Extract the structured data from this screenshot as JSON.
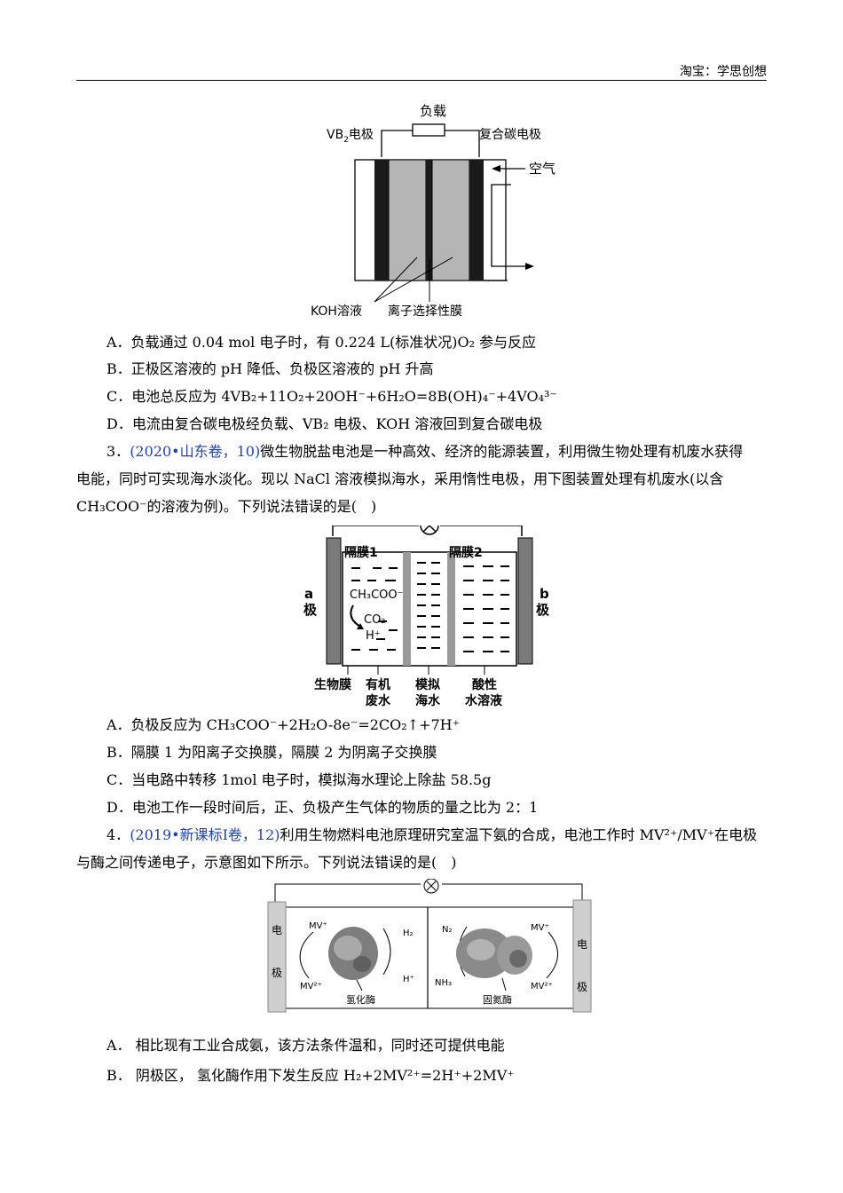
{
  "header": {
    "text": "淘宝：学思创想"
  },
  "fig1": {
    "load": "负载",
    "left_electrode": "VB",
    "left_electrode_sub": "2",
    "left_electrode_tail": "电极",
    "right_electrode": "复合碳电极",
    "air": "空气",
    "koh": "KOH溶液",
    "membrane": "离子选择性膜"
  },
  "q2": {
    "A": "A．负载通过 0.04 mol 电子时，有 0.224 L(标准状况)O₂ 参与反应",
    "B": "B．正极区溶液的 pH 降低、负极区溶液的 pH 升高",
    "C": "C．电池总反应为 4VB₂+11O₂+20OH⁻+6H₂O=8B(OH)₄⁻+4VO₄³⁻",
    "D": "D．电流由复合碳电极经负载、VB₂ 电极、KOH 溶液回到复合碳电极"
  },
  "q3": {
    "num": "3．",
    "source": "(2020•山东卷，10)",
    "line1": "微生物脱盐电池是一种高效、经济的能源装置，利用微生物处理有机废水获得",
    "line2": "电能，同时可实现海水淡化。现以 NaCl 溶液模拟海水，采用惰性电极，用下图装置处理有机废水(以含",
    "line3": "CH₃COO⁻的溶液为例)。下列说法错误的是(　)",
    "A": "A．负极反应为  CH₃COO⁻+2H₂O-8e⁻=2CO₂↑+7H⁺",
    "B": "B．隔膜 1 为阳离子交换膜，隔膜 2 为阴离子交换膜",
    "C": "C．当电路中转移 1mol 电子时，模拟海水理论上除盐 58.5g",
    "D": "D．电池工作一段时间后，正、负极产生气体的物质的量之比为 2：1"
  },
  "fig2": {
    "membrane1": "隔膜1",
    "membrane2": "隔膜2",
    "a_pole": "a",
    "a_pole2": "极",
    "b_pole": "b",
    "b_pole2": "极",
    "acetate": "CH₃COO⁻",
    "co2": "CO₂",
    "h": "H⁺",
    "biofilm": "生物膜",
    "wastewater1": "有机",
    "wastewater2": "废水",
    "seawater1": "模拟",
    "seawater2": "海水",
    "acidic1": "酸性",
    "acidic2": "水溶液"
  },
  "q4": {
    "num": "4．",
    "source": "(2019•新课标Ⅰ卷，12)",
    "line1": "利用生物燃料电池原理研究室温下氨的合成，电池工作时 MV²⁺/MV⁺在电极",
    "line2": "与酶之间传递电子，示意图如下所示。下列说法错误的是(　)",
    "A": "A．  相比现有工业合成氨，该方法条件温和，同时还可提供电能",
    "B": "B．  阴极区，   氢化酶作用下发生反应 H₂+2MV²⁺=2H⁺+2MV⁺"
  },
  "fig3": {
    "left_electrode_1": "电",
    "left_electrode_2": "极",
    "right_electrode_1": "电",
    "right_electrode_2": "极",
    "mv_plus_l": "MV⁺",
    "mv2_l": "MV²⁺",
    "h2": "H₂",
    "h_plus": "H⁺",
    "hydrogenase": "氢化酶",
    "n2": "N₂",
    "nh3": "NH₃",
    "mv_plus_r": "MV⁺",
    "mv2_r": "MV²⁺",
    "nitrogenase": "固氮酶"
  }
}
